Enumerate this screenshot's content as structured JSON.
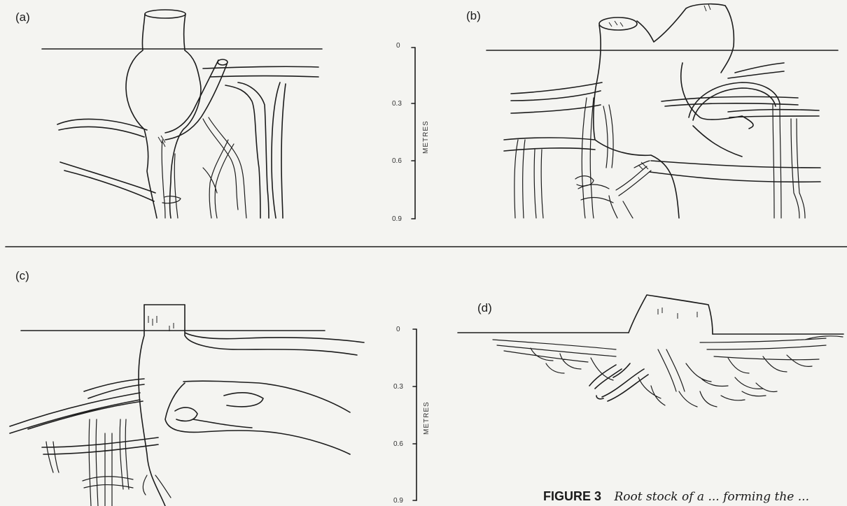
{
  "panels": [
    {
      "label": "(a)"
    },
    {
      "label": "(b)"
    },
    {
      "label": "(c)"
    },
    {
      "label": "(d)"
    }
  ],
  "scale_top": {
    "title": "METRES",
    "ticks": [
      "0",
      "0.3",
      "0.6",
      "0.9"
    ]
  },
  "scale_bottom": {
    "title": "METRES",
    "ticks": [
      "0",
      "0.3",
      "0.6",
      "0.9"
    ]
  },
  "caption": {
    "title": "FIGURE 3",
    "text": "Root stock of a ... forming the ..."
  }
}
